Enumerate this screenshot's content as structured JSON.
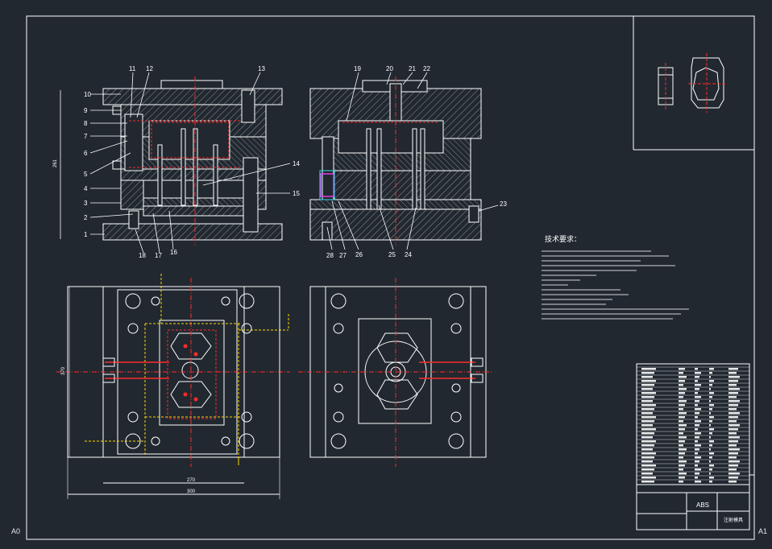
{
  "drawing": {
    "sheet_marks": {
      "left": "A0",
      "right": "A1"
    },
    "colors": {
      "background": "#212830",
      "border": "#ffffff",
      "plate": "#ffffff",
      "hatch": "#9aa0a6",
      "red": "#ff2a2a",
      "yellow": "#ffd400",
      "cyan": "#39d7e6",
      "magenta": "#e63cf0",
      "text": "#ffffff"
    },
    "leader_labels_left": [
      "10",
      "9",
      "8",
      "7",
      "6",
      "5",
      "4",
      "3",
      "2",
      "1"
    ],
    "leader_labels_top_left": [
      "11",
      "12",
      "13"
    ],
    "leader_labels_right_sec": [
      "14",
      "15"
    ],
    "leader_labels_bottom_left": [
      "18",
      "17",
      "16"
    ],
    "leader_labels_top_right": [
      "19",
      "20",
      "21",
      "22"
    ],
    "leader_labels_side_right": [
      "23"
    ],
    "leader_labels_bottom_right": [
      "28",
      "27",
      "26",
      "25",
      "24"
    ],
    "dims": {
      "section_height": "261",
      "plan_width_inner": "270",
      "plan_width_outer": "300",
      "plan_height": "370"
    },
    "tech_notes_title": "技术要求：",
    "material": "ABS",
    "title_block_caption": "注射模具"
  }
}
